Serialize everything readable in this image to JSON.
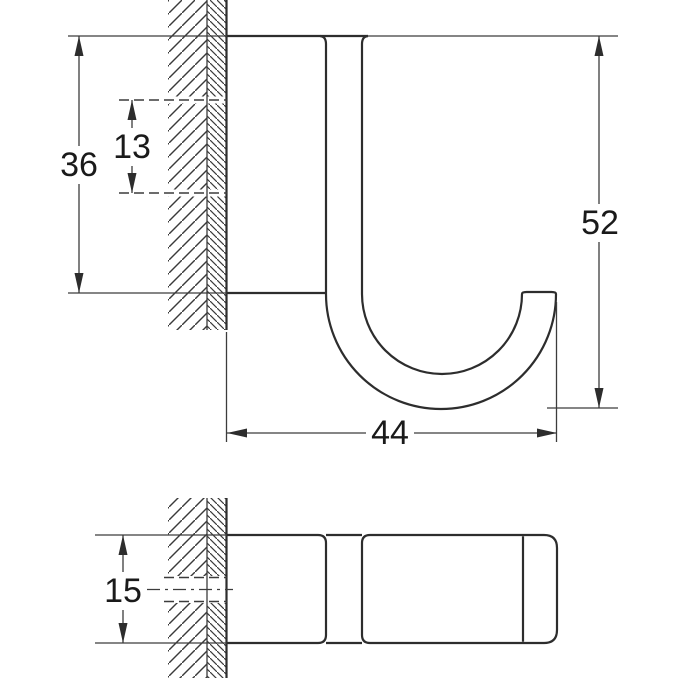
{
  "drawing": {
    "side_view": {
      "dim_plate_height": "36",
      "dim_hole_height": "13",
      "dim_total_height": "52",
      "dim_projection": "44"
    },
    "top_view": {
      "dim_width": "15"
    }
  },
  "colors": {
    "object_line": "#2d2d2d",
    "thin_line": "#3c3c3c",
    "text": "#1a1a1a",
    "background": "#ffffff"
  }
}
